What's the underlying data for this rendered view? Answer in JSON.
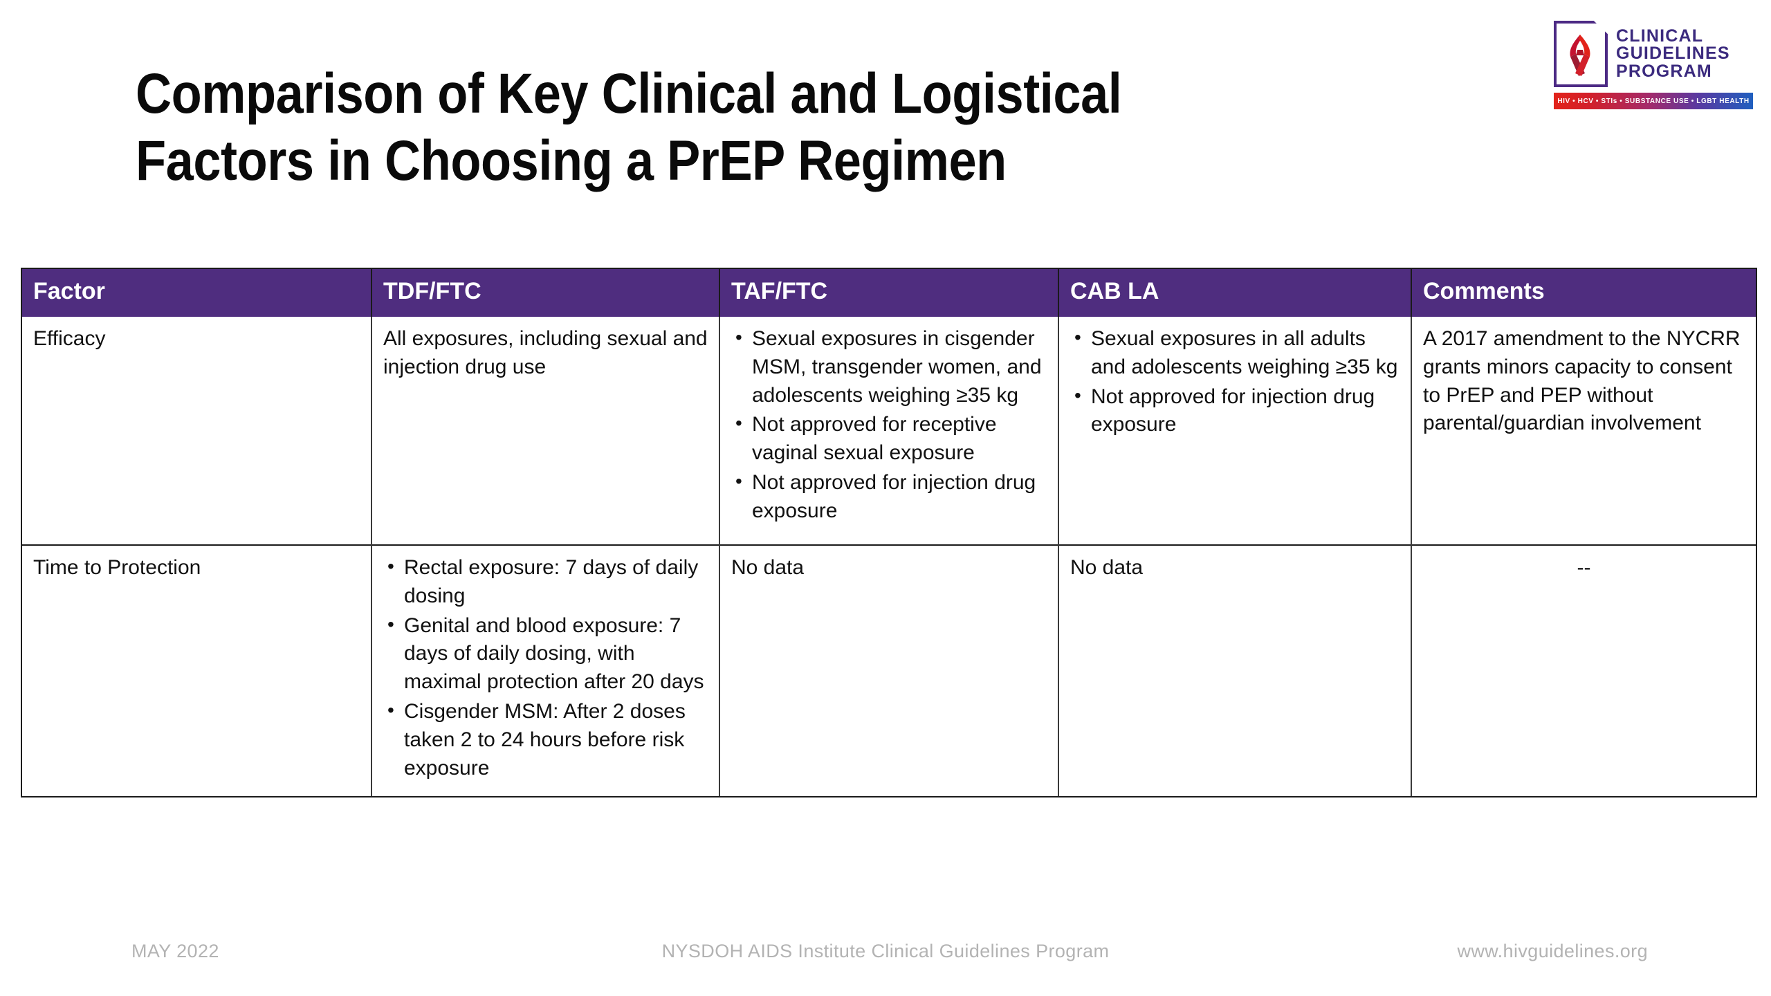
{
  "logo": {
    "line1": "CLINICAL",
    "line2": "GUIDELINES",
    "line3": "PROGRAM",
    "tagline": "HIV  •  HCV  •  STIs  •  SUBSTANCE USE  •  LGBT HEALTH",
    "icon": "aids-ribbon-document-icon",
    "purple": "#3b2a7e",
    "ribbon_red": "#d2202a"
  },
  "title": "Comparison of Key Clinical and Logistical Factors in Choosing a PrEP Regimen",
  "table": {
    "header_bg": "#4f2d7f",
    "header_text_color": "#ffffff",
    "columns": [
      {
        "label": "Factor"
      },
      {
        "label": "TDF/FTC"
      },
      {
        "label": "TAF/FTC"
      },
      {
        "label": "CAB LA"
      },
      {
        "label": "Comments"
      }
    ],
    "rows": [
      {
        "factor": "Efficacy",
        "tdf_ftc": {
          "type": "text",
          "text": "All exposures, including sexual and injection drug use"
        },
        "taf_ftc": {
          "type": "list",
          "items": [
            "Sexual exposures in cisgender MSM, transgender women, and adolescents weighing ≥35 kg",
            "Not approved for receptive vaginal sexual exposure",
            "Not approved for injection drug exposure"
          ]
        },
        "cab_la": {
          "type": "list",
          "items": [
            "Sexual exposures in all adults and adolescents weighing ≥35 kg",
            "Not approved for injection drug exposure"
          ]
        },
        "comments": {
          "type": "text",
          "text": "A 2017 amendment to the NYCRR grants minors capacity to consent to PrEP and PEP without parental/guardian involvement"
        }
      },
      {
        "factor": "Time to Protection",
        "tdf_ftc": {
          "type": "list",
          "items": [
            "Rectal exposure: 7 days of daily dosing",
            "Genital and blood exposure: 7 days of daily dosing, with maximal protection after 20 days",
            "Cisgender MSM: After 2 doses taken 2 to 24 hours before risk exposure"
          ]
        },
        "taf_ftc": {
          "type": "text",
          "text": "No data"
        },
        "cab_la": {
          "type": "text",
          "text": "No data"
        },
        "comments": {
          "type": "text",
          "text": "--",
          "align": "center"
        }
      }
    ]
  },
  "footer": {
    "date": "MAY 2022",
    "center": "NYSDOH AIDS Institute Clinical Guidelines Program",
    "website": "www.hivguidelines.org",
    "color": "#b3b3b3"
  }
}
